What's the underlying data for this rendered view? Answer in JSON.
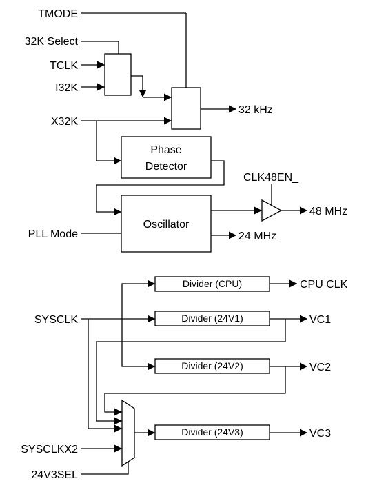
{
  "signals": {
    "tmode": "TMODE",
    "sel32k": "32K Select",
    "tclk": "TCLK",
    "i32k": "I32K",
    "x32k": "X32K",
    "out32k": "32 kHz",
    "clk48en": "CLK48EN_",
    "out48": "48 MHz",
    "pll_mode": "PLL Mode",
    "out24": "24 MHz",
    "sysclk": "SYSCLK",
    "sysclkx2": "SYSCLKX2",
    "sel24v3": "24V3SEL",
    "cpu_clk": "CPU CLK",
    "vc1": "VC1",
    "vc2": "VC2",
    "vc3": "VC3"
  },
  "blocks": {
    "phase_detector": [
      "Phase",
      "Detector"
    ],
    "oscillator": "Oscillator",
    "div_cpu": "Divider (CPU)",
    "div_24v1": "Divider (24V1)",
    "div_24v2": "Divider (24V2)",
    "div_24v3": "Divider (24V3)"
  }
}
